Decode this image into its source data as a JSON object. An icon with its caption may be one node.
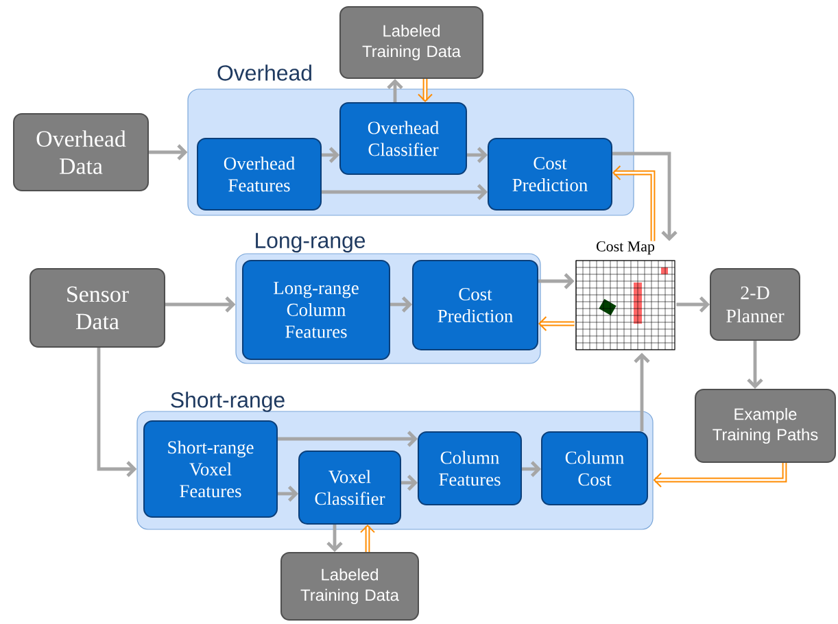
{
  "diagram": {
    "nodes": [
      {
        "text": [
          "Overhead"
        ]
      },
      {
        "text": [
          "Labeled Training Data"
        ]
      },
      {
        "text": [
          "Overhead Data"
        ]
      },
      {
        "text": [
          "Overhead Features"
        ],
        "in": 0
      },
      {
        "text": [
          "Overhead Classifier"
        ],
        "in": 0
      },
      {
        "text": [
          "Cost Prediction"
        ],
        "in": 0
      },
      {
        "text": [
          "Long-range"
        ]
      },
      {
        "text": [
          "Long-range Column Features"
        ],
        "in": 6
      },
      {
        "text": [
          "Cost Prediction"
        ],
        "in": 6
      },
      {
        "text": [
          "Cost Map"
        ]
      },
      {
        "text": [
          "Sensor Data"
        ]
      },
      {
        "text": [
          "2-D Planner"
        ]
      },
      {
        "text": [
          "Short-range"
        ]
      },
      {
        "text": [
          "Short-range Voxel Features"
        ],
        "in": 12
      },
      {
        "text": [
          "Voxel Classifier"
        ],
        "in": 12
      },
      {
        "text": [
          "Column Features"
        ],
        "in": 12
      },
      {
        "text": [
          "Column Cost"
        ],
        "in": 12
      },
      {
        "text": [
          "Example Training Paths"
        ]
      },
      {
        "text": [
          "Labeled Training Data"
        ]
      }
    ],
    "edges": [
      {
        "from": 2,
        "to": 0,
        "arrow": "to"
      },
      {
        "from": 3,
        "to": 4,
        "arrow": "to"
      },
      {
        "from": 4,
        "to": 5,
        "arrow": "to"
      },
      {
        "from": 3,
        "to": 5,
        "arrow": "to"
      },
      {
        "from": 4,
        "to": 1,
        "arrow": "to"
      },
      {
        "from": 1,
        "to": 4,
        "arrow": "to",
        "color": "#ff8c00"
      },
      {
        "from": 5,
        "to": 9,
        "arrow": "to"
      },
      {
        "from": 9,
        "to": 5,
        "arrow": "to",
        "color": "#ff8c00"
      },
      {
        "from": 10,
        "to": 6,
        "arrow": "to"
      },
      {
        "from": 7,
        "to": 8,
        "arrow": "to"
      },
      {
        "from": 8,
        "to": 9,
        "arrow": "to"
      },
      {
        "from": 9,
        "to": 8,
        "arrow": "to",
        "color": "#ff8c00"
      },
      {
        "from": 9,
        "to": 11,
        "arrow": "to"
      },
      {
        "from": 11,
        "to": 17,
        "arrow": "to"
      },
      {
        "from": 17,
        "to": 12,
        "arrow": "to",
        "color": "#ff8c00"
      },
      {
        "from": 10,
        "to": 12,
        "arrow": "to"
      },
      {
        "from": 13,
        "to": 14,
        "arrow": "to"
      },
      {
        "from": 13,
        "to": 15,
        "arrow": "to"
      },
      {
        "from": 14,
        "to": 15,
        "arrow": "to"
      },
      {
        "from": 15,
        "to": 16,
        "arrow": "to"
      },
      {
        "from": 16,
        "to": 9,
        "arrow": "to"
      },
      {
        "from": 14,
        "to": 18,
        "arrow": "to"
      },
      {
        "from": 18,
        "to": 14,
        "arrow": "to",
        "color": "#ff8c00"
      }
    ]
  }
}
